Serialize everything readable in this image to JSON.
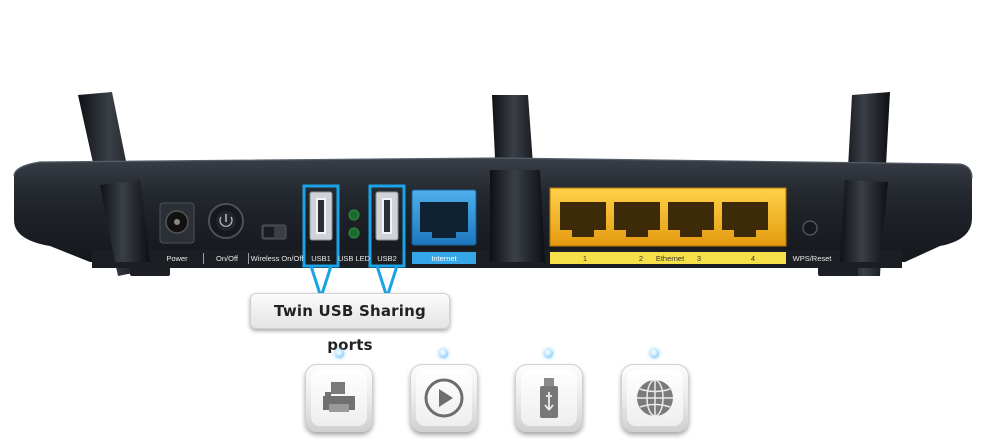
{
  "labels": {
    "power": "Power",
    "onoff": "On/Off",
    "wireless": "Wireless On/Off",
    "usb1": "USB1",
    "usbled": "USB LED",
    "usb2": "USB2",
    "internet": "Internet",
    "eth1": "1",
    "eth2": "2",
    "ethernet": "Ethernet",
    "eth3": "3",
    "eth4": "4",
    "wps": "WPS/Reset"
  },
  "callout": "Twin USB Sharing ports",
  "features": [
    {
      "icon": "printer-icon"
    },
    {
      "icon": "play-icon"
    },
    {
      "icon": "usb-drive-icon"
    },
    {
      "icon": "globe-icon"
    }
  ],
  "colors": {
    "highlight": "#1aa3e6",
    "internet_port": "#2a8fd6",
    "ethernet_ports": "#f2b21e",
    "ethernet_label": "#f7e34a",
    "body": "#1f232a"
  }
}
